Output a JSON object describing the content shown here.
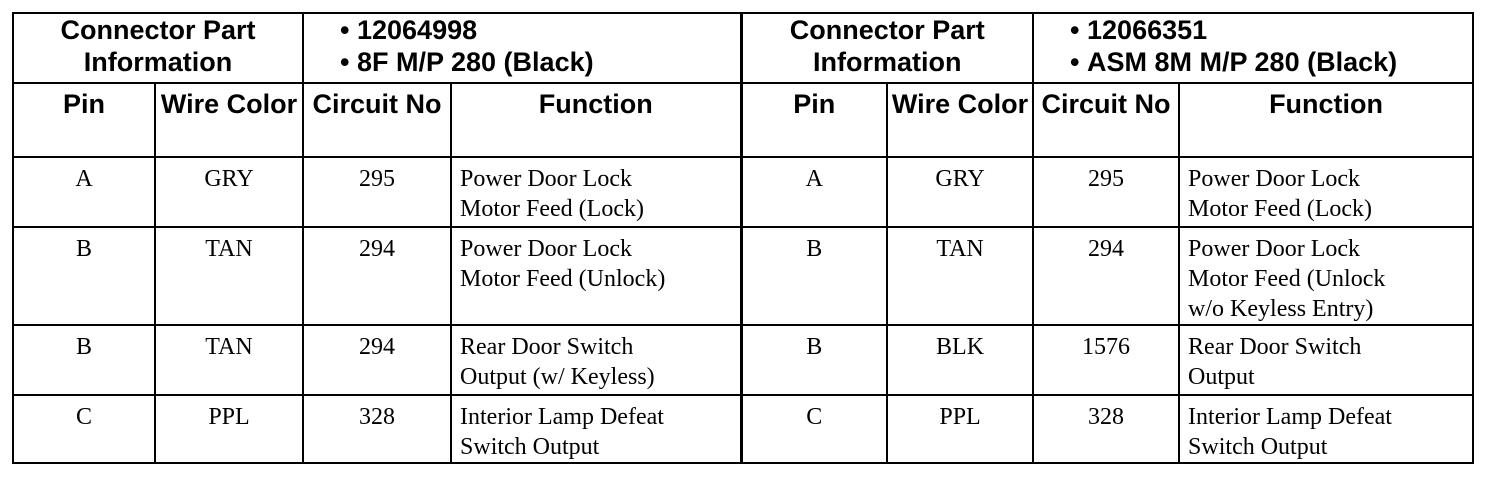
{
  "left": {
    "info_label": "Connector Part Information",
    "part_numbers": [
      "12064998",
      "8F M/P 280 (Black)"
    ],
    "headers": {
      "pin": "Pin",
      "wire_color": "Wire Color",
      "circuit_no": "Circuit No",
      "function": "Function"
    },
    "rows": [
      {
        "pin": "A",
        "wire": "GRY",
        "circuit": "295",
        "function": "Power Door Lock\nMotor Feed (Lock)"
      },
      {
        "pin": "B",
        "wire": "TAN",
        "circuit": "294",
        "function": "Power Door Lock\nMotor Feed (Unlock)"
      },
      {
        "pin": "B",
        "wire": "TAN",
        "circuit": "294",
        "function": "Rear Door Switch\nOutput (w/ Keyless)"
      },
      {
        "pin": "C",
        "wire": "PPL",
        "circuit": "328",
        "function": "Interior Lamp Defeat\nSwitch Output"
      }
    ]
  },
  "right": {
    "info_label": "Connector Part Information",
    "part_numbers": [
      "12066351",
      "ASM 8M M/P 280 (Black)"
    ],
    "headers": {
      "pin": "Pin",
      "wire_color": "Wire Color",
      "circuit_no": "Circuit No",
      "function": "Function"
    },
    "rows": [
      {
        "pin": "A",
        "wire": "GRY",
        "circuit": "295",
        "function": "Power Door Lock\nMotor Feed (Lock)"
      },
      {
        "pin": "B",
        "wire": "TAN",
        "circuit": "294",
        "function": "Power Door Lock\nMotor Feed (Unlock\nw/o Keyless Entry)"
      },
      {
        "pin": "B",
        "wire": "BLK",
        "circuit": "1576",
        "function": "Rear Door Switch\nOutput"
      },
      {
        "pin": "C",
        "wire": "PPL",
        "circuit": "328",
        "function": "Interior Lamp Defeat\nSwitch Output"
      }
    ]
  }
}
